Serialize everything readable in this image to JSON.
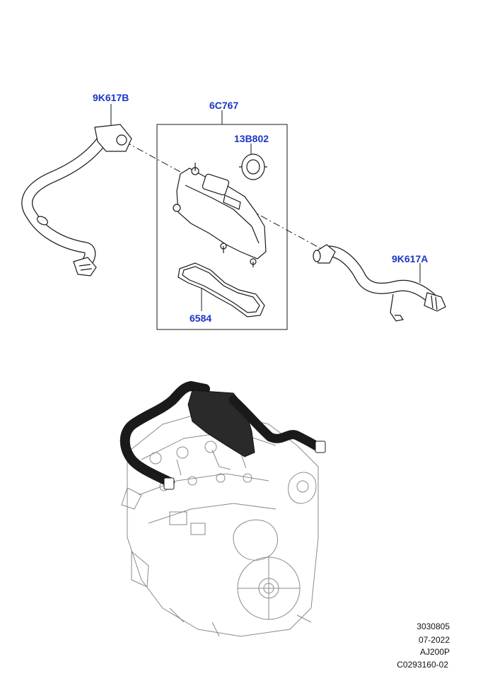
{
  "callouts": {
    "hose_b": "9K617B",
    "separator": "6C767",
    "valve": "13B802",
    "hose_a": "9K617A",
    "gasket": "6584"
  },
  "footer": {
    "drawing_no": "3030805",
    "date": "07-2022",
    "engine": "AJ200P",
    "ref": "C0293160-02"
  },
  "colors": {
    "callout": "#1a36c8",
    "line": "#1a1a1a",
    "engine_line": "#8a8a8a",
    "highlight": "#1a1a1a"
  }
}
